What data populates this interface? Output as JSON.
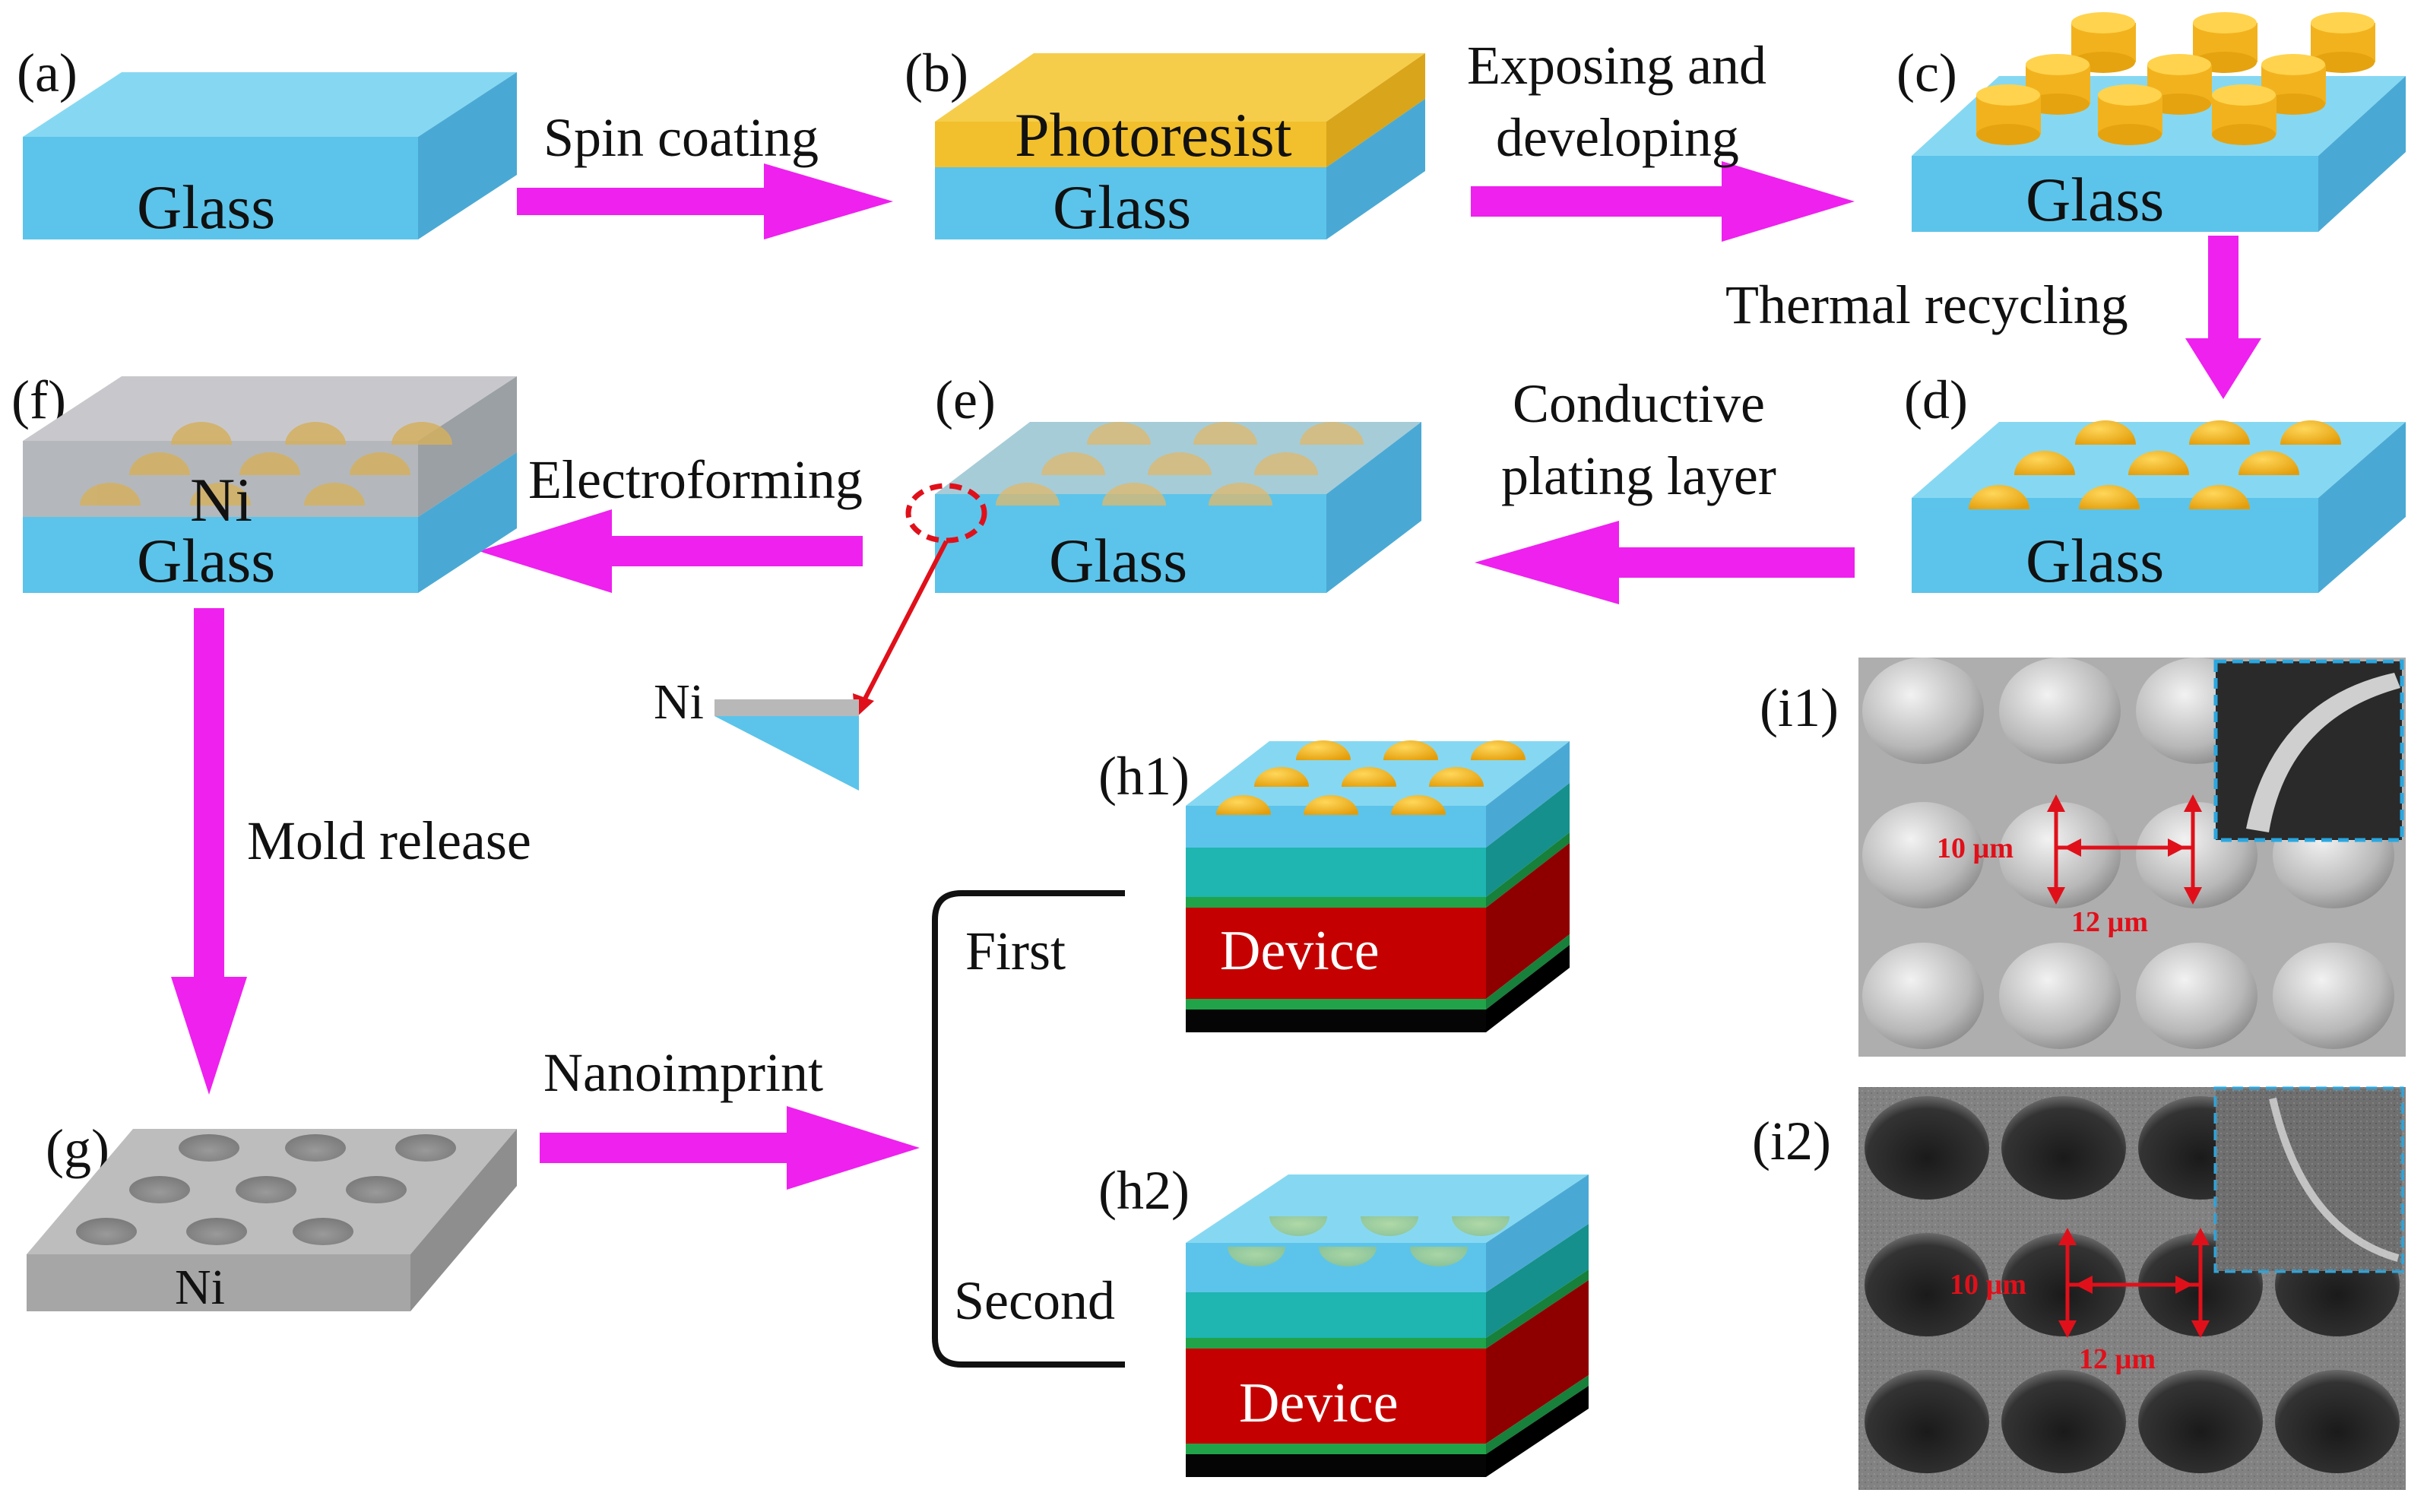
{
  "panels": {
    "a": {
      "label": "(a)",
      "slab": "Glass"
    },
    "b": {
      "label": "(b)",
      "slab": "Glass",
      "layer": "Photoresist"
    },
    "c": {
      "label": "(c)",
      "slab": "Glass"
    },
    "d": {
      "label": "(d)",
      "slab": "Glass"
    },
    "e": {
      "label": "(e)",
      "slab": "Glass",
      "detail_layer": "Ni"
    },
    "f": {
      "label": "(f)",
      "slab": "Glass",
      "layer": "Ni"
    },
    "g": {
      "label": "(g)",
      "slab": "Ni"
    },
    "h1": {
      "label": "(h1)",
      "device": "Device"
    },
    "h2": {
      "label": "(h2)",
      "device": "Device"
    },
    "i1": {
      "label": "(i1)",
      "dim_vertical": "10 µm",
      "dim_horizontal": "12 µm"
    },
    "i2": {
      "label": "(i2)",
      "dim_vertical": "10 µm",
      "dim_horizontal": "12 µm"
    }
  },
  "steps": {
    "spin_coating": "Spin coating",
    "exposing_line1": "Exposing and",
    "exposing_line2": "developing",
    "thermal_recycling": "Thermal recycling",
    "conductive_line1": "Conductive",
    "conductive_line2": "plating layer",
    "electroforming": "Electroforming",
    "mold_release": "Mold release",
    "nanoimprint": "Nanoimprint",
    "first": "First",
    "second": "Second"
  },
  "colors": {
    "glass_top": "#86d8f2",
    "glass_front": "#5cc4ea",
    "glass_side": "#4aa9d4",
    "photoresist": "#f2c02c",
    "lens": "#f3b21d",
    "nickel": "#b8b8b8",
    "arrow": "#ee21ee",
    "device": "#c50000",
    "green_layer": "#21a34a",
    "teal_layer": "#1fb5b0",
    "dimension": "#e0101a"
  }
}
